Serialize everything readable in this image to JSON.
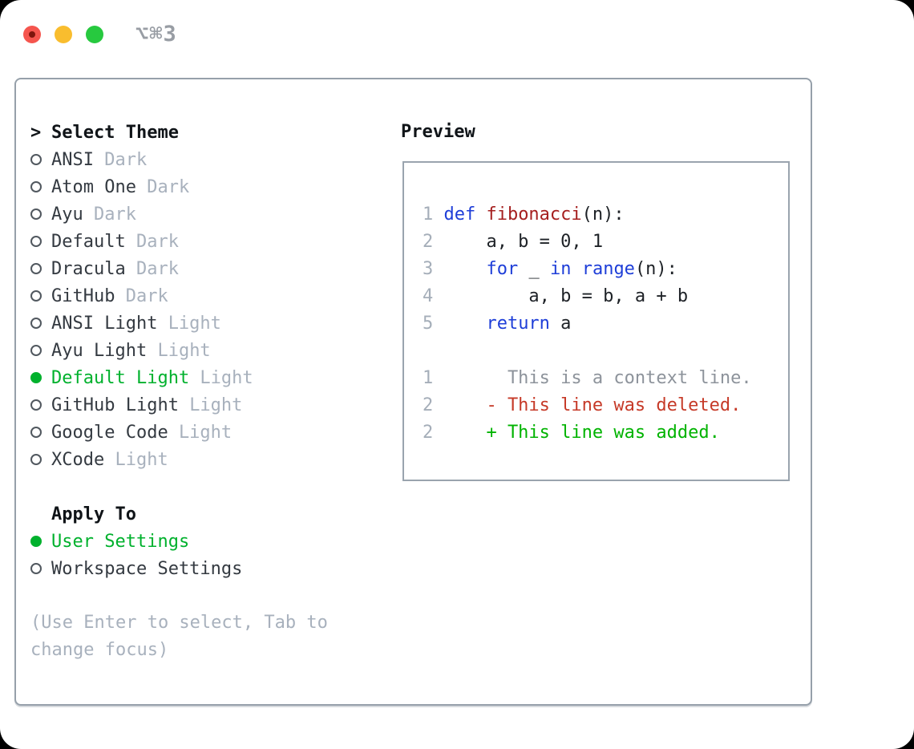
{
  "window": {
    "title": "⌥⌘3"
  },
  "colors": {
    "keyword": "#1e3ed8",
    "function_name": "#a51f1f",
    "deleted": "#c63a28",
    "added": "#00b300",
    "accent_green": "#00b12d",
    "close_button": "#f5554e",
    "close_button_dot": "#7e150d",
    "minimize_button": "#f9bd2e",
    "zoom_button": "#27c93f"
  },
  "theme_list": {
    "prompt": ">",
    "heading": "Select Theme",
    "items": [
      {
        "name": "ANSI",
        "variant": "Dark",
        "selected": false
      },
      {
        "name": "Atom One",
        "variant": "Dark",
        "selected": false
      },
      {
        "name": "Ayu",
        "variant": "Dark",
        "selected": false
      },
      {
        "name": "Default",
        "variant": "Dark",
        "selected": false
      },
      {
        "name": "Dracula",
        "variant": "Dark",
        "selected": false
      },
      {
        "name": "GitHub",
        "variant": "Dark",
        "selected": false
      },
      {
        "name": "ANSI Light",
        "variant": "Light",
        "selected": false
      },
      {
        "name": "Ayu Light",
        "variant": "Light",
        "selected": false
      },
      {
        "name": "Default Light",
        "variant": "Light",
        "selected": true
      },
      {
        "name": "GitHub Light",
        "variant": "Light",
        "selected": false
      },
      {
        "name": "Google Code",
        "variant": "Light",
        "selected": false
      },
      {
        "name": "XCode",
        "variant": "Light",
        "selected": false
      }
    ]
  },
  "apply_to": {
    "heading": "Apply To",
    "options": [
      {
        "label": "User Settings",
        "selected": true
      },
      {
        "label": "Workspace Settings",
        "selected": false
      }
    ]
  },
  "help": {
    "lines": [
      "(Use Enter to select, Tab to",
      "change focus)"
    ]
  },
  "preview": {
    "heading": "Preview",
    "lines": [
      {
        "num": "1",
        "segments": [
          {
            "t": "def ",
            "c": "kw"
          },
          {
            "t": "fibonacci",
            "c": "fn"
          },
          {
            "t": "(n):",
            "c": "pl"
          }
        ]
      },
      {
        "num": "2",
        "segments": [
          {
            "t": "    a, b = 0, 1",
            "c": "pl"
          }
        ]
      },
      {
        "num": "3",
        "segments": [
          {
            "t": "    ",
            "c": "pl"
          },
          {
            "t": "for",
            "c": "kw"
          },
          {
            "t": " _ ",
            "c": "pl"
          },
          {
            "t": "in",
            "c": "kw"
          },
          {
            "t": " ",
            "c": "pl"
          },
          {
            "t": "range",
            "c": "kw"
          },
          {
            "t": "(n):",
            "c": "pl"
          }
        ]
      },
      {
        "num": "4",
        "segments": [
          {
            "t": "        a, b = b, a + b",
            "c": "pl"
          }
        ]
      },
      {
        "num": "5",
        "segments": [
          {
            "t": "    ",
            "c": "pl"
          },
          {
            "t": "return",
            "c": "kw"
          },
          {
            "t": " a",
            "c": "pl"
          }
        ]
      },
      {
        "num": "",
        "segments": []
      },
      {
        "num": "1",
        "segments": [
          {
            "t": "      This is a context line.",
            "c": "ctx"
          }
        ]
      },
      {
        "num": "2",
        "segments": [
          {
            "t": "    - This line was deleted.",
            "c": "del"
          }
        ]
      },
      {
        "num": "2",
        "segments": [
          {
            "t": "    + This line was added.",
            "c": "add"
          }
        ]
      }
    ]
  }
}
